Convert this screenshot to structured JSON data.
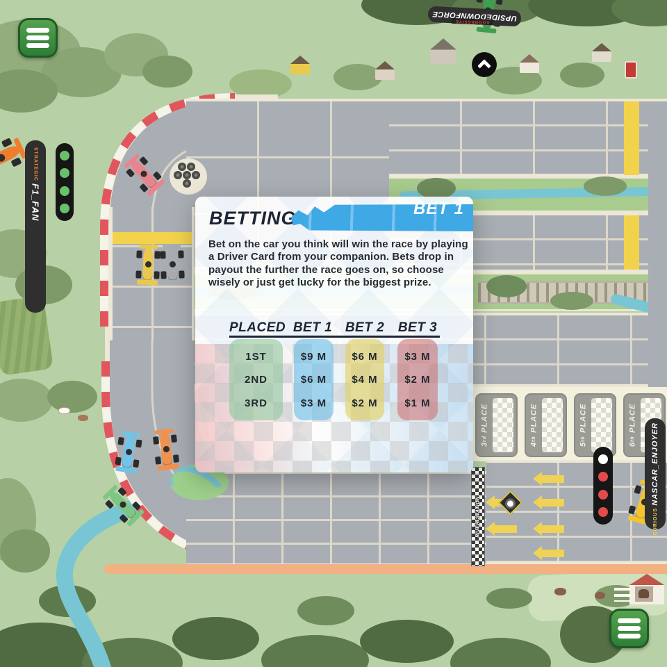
{
  "betting_card": {
    "title": "BETTING",
    "badge": "BET 1",
    "description": "Bet on the car you think will win the race by playing a Driver Card from your companion. Bets drop in payout the further the race goes on, so choose wisely or just get lucky for the biggest prize.",
    "accent_blue": "#3fa9e6",
    "table": {
      "headers": [
        "PLACED",
        "BET 1",
        "BET 2",
        "BET 3"
      ],
      "rows": [
        {
          "placed": "1ST",
          "bet1": "$9 M",
          "bet2": "$6 M",
          "bet3": "$3 M"
        },
        {
          "placed": "2ND",
          "bet1": "$6 M",
          "bet2": "$4 M",
          "bet3": "$2 M"
        },
        {
          "placed": "3RD",
          "bet1": "$3 M",
          "bet2": "$2 M",
          "bet3": "$1 M"
        }
      ],
      "tints": {
        "placed": "rgba(145,200,160,0.62)",
        "bet1": "rgba(110,190,230,0.62)",
        "bet2": "rgba(228,208,95,0.62)",
        "bet3": "rgba(205,105,105,0.55)"
      }
    }
  },
  "players": {
    "left": {
      "name": "F1_FAN",
      "trait": "STRATEGIC",
      "trait_color": "#f08c3a",
      "light_dots": [
        "#68c06a",
        "#68c06a",
        "#68c06a",
        "#68c06a"
      ]
    },
    "right": {
      "name": "NASCAR_ENJOYER",
      "trait": "CURIOUS",
      "trait_color": "#f3d44e",
      "light_dots": [
        "#ffffff",
        "#e34b4b",
        "#e34b4b",
        "#e34b4b"
      ]
    },
    "top": {
      "name": "UPSIDEDOWNFORCE",
      "trait": "AGGRESSIVE",
      "trait_color": "#d9453a"
    }
  },
  "board": {
    "finish_label": "RIVER STATION",
    "place_markers": [
      {
        "num": "3",
        "suffix": "rd",
        "word": "PLACE"
      },
      {
        "num": "4",
        "suffix": "th",
        "word": "PLACE"
      },
      {
        "num": "5",
        "suffix": "th",
        "word": "PLACE"
      },
      {
        "num": "6",
        "suffix": "th",
        "word": "PLACE"
      }
    ],
    "cars": [
      {
        "name": "pink-car",
        "color": "#e8858c"
      },
      {
        "name": "yellow-car",
        "color": "#eac84e"
      },
      {
        "name": "gray-car",
        "color": "#a9adb2"
      },
      {
        "name": "blue-car",
        "color": "#72c3e8"
      },
      {
        "name": "orange-car",
        "color": "#f0914d"
      },
      {
        "name": "green-car",
        "color": "#7fc584"
      },
      {
        "name": "edge-orange-car",
        "color": "#ef7d2d"
      },
      {
        "name": "upside-down-car",
        "color": "#3f9e4f"
      },
      {
        "name": "right-yellow-car",
        "color": "#f2c430"
      }
    ]
  }
}
